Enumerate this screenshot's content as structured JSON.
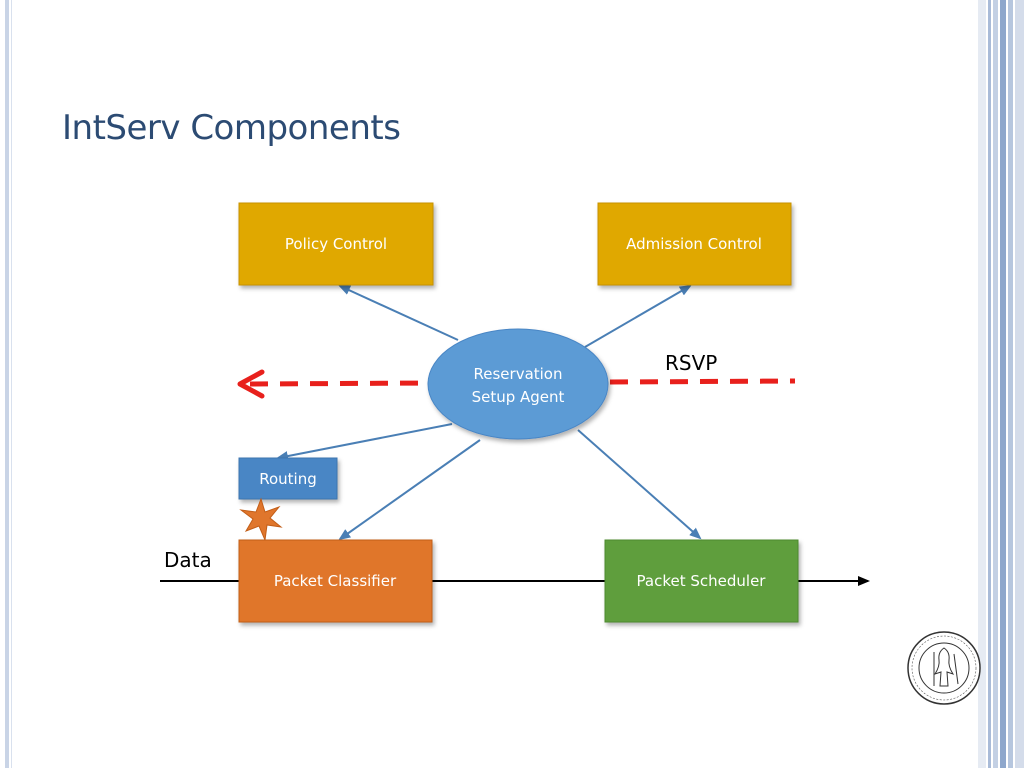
{
  "slide": {
    "title": "IntServ Components"
  },
  "diagram": {
    "nodes": {
      "policy_control": "Policy Control",
      "admission_control": "Admission Control",
      "agent_line1": "Reservation",
      "agent_line2": "Setup Agent",
      "routing": "Routing",
      "packet_classifier": "Packet Classifier",
      "packet_scheduler": "Packet Scheduler"
    },
    "labels": {
      "rsvp": "RSVP",
      "data": "Data"
    }
  },
  "colors": {
    "gold": "#e0a800",
    "blue": "#5b9bd5",
    "routing_blue": "#4a86c5",
    "orange": "#e0762c",
    "green": "#5f9e3c",
    "rsvp_red": "#e8201c",
    "title": "#2c4b73"
  },
  "icons": {
    "logo": "university-of-oslo-seal",
    "burst": "star-burst-icon"
  }
}
